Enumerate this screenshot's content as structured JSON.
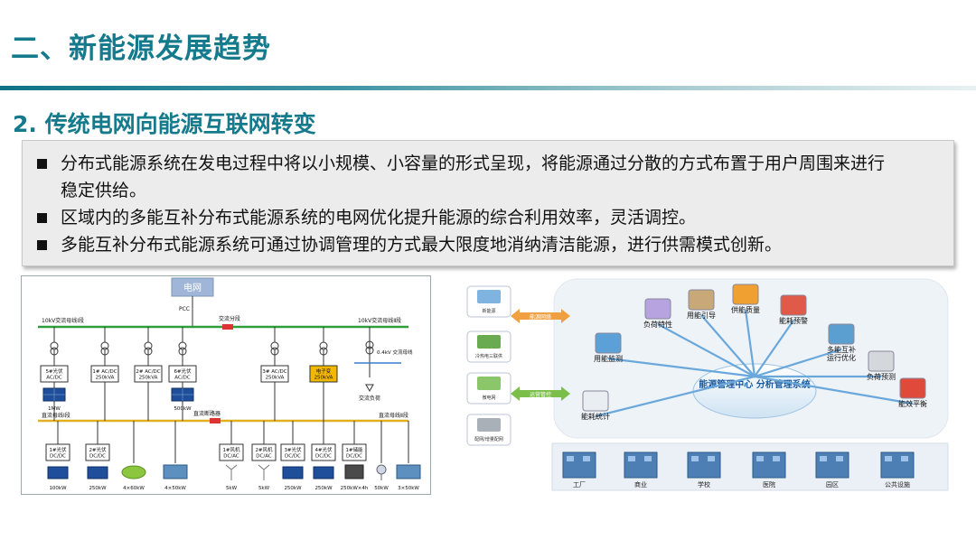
{
  "header": {
    "title": "二、新能源发展趋势"
  },
  "section": {
    "title": "2. 传统电网向能源互联网转变"
  },
  "bullets": [
    "分布式能源系统在发电过程中将以小规模、小容量的形式呈现，将能源通过分散的方式布置于用户周围来进行",
    "稳定供给。",
    "区域内的多能互补分布式能源系统的电网优化提升能源的综合利用效率，灵活调控。",
    "多能互补分布式能源系统可通过协调管理的方式最大限度地消纳清洁能源，进行供需模式创新。"
  ],
  "grid_diagram": {
    "grid_label": "电网",
    "pcc": "PCC",
    "ac_bus_1": "10kV交流母线Ⅰ段",
    "ac_bus_2": "10kV交流母线Ⅱ段",
    "ac_section": "交流分段",
    "lv_bus": "0.4kV\n交流母线",
    "ac_load": "交流负荷",
    "dc_bus_1": "直流母线Ⅰ段",
    "dc_bus_2": "直流母线Ⅱ段",
    "dc_breaker": "直流断路器",
    "top_units": [
      {
        "label": "5#光伏\nAC/DC",
        "kind": "inv"
      },
      {
        "label": "1# AC/DC\n250kVA",
        "kind": "inv"
      },
      {
        "label": "2# AC/DC\n250kVA",
        "kind": "inv"
      },
      {
        "label": "6#光伏\nAC/DC",
        "kind": "inv"
      },
      {
        "label": "3# AC/DC\n250kVA",
        "kind": "inv"
      },
      {
        "label": "电子变\n250kVA",
        "kind": "transformer"
      }
    ],
    "top_capacities": [
      "1MW",
      "500kW"
    ],
    "bottom_units": [
      "1#光伏\nDC/DC",
      "2#光伏\nDC/DC",
      "1#风机\nDC/AC",
      "2#风机\nDC/AC",
      "3#光伏\nDC/DC",
      "4#光伏\nDC/DC",
      "1#储能\nDC/DC"
    ],
    "bottom_capacities": [
      "100kW",
      "250kW",
      "4×60kW",
      "4×50kW",
      "5kW",
      "5kW",
      "250kW",
      "250kW",
      "250kW×4h",
      "50kW",
      "3×50kW"
    ]
  },
  "energy_diagram": {
    "sources": [
      "新能源",
      "冷热电三联供",
      "微电网",
      "配网/增量配网"
    ],
    "arrow_labels": [
      "能源网络",
      "运营管控"
    ],
    "center_title": "能源管理中心\n分析管理系统",
    "functions": [
      "用能监测",
      "负荷特性",
      "用能引导",
      "供能质量",
      "能耗预警",
      "多能互补\n运行优化",
      "负荷预测",
      "能效平衡",
      "能耗统计"
    ],
    "users": [
      "工厂",
      "商业",
      "学校",
      "医院",
      "园区",
      "公共设施"
    ]
  },
  "colors": {
    "accent": "#147a8c",
    "ac_bus": "#2e9e3a",
    "dc_bus": "#e0b020",
    "breaker": "#d33",
    "transformer": "#f2b800"
  }
}
